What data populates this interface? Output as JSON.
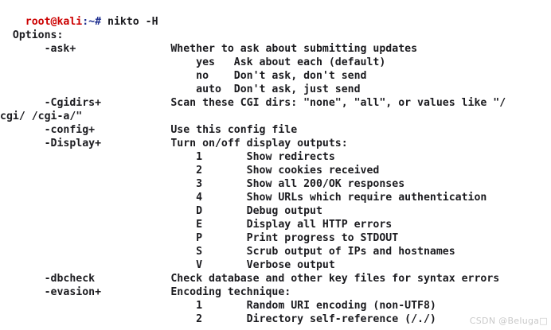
{
  "terminal": {
    "background_color": "#ffffff",
    "foreground_color": "#1b1b1f",
    "prompt": {
      "user_host": "root@kali",
      "user_host_color": "#cc0000",
      "path_symbol": ":~#",
      "path_color": "#1c2d8f",
      "command": " nikto -H"
    },
    "char_width": 9.1,
    "line_height": 17
  },
  "watermark": {
    "text": "CSDN @Beluga□",
    "color": "#c9c9c9"
  },
  "output_lines": [
    "",
    "  Options:",
    "       -ask+               Whether to ask about submitting updates",
    "                               yes   Ask about each (default)",
    "                               no    Don't ask, don't send",
    "                               auto  Don't ask, just send",
    "       -Cgidirs+           Scan these CGI dirs: \"none\", \"all\", or values like \"/",
    "cgi/ /cgi-a/\"",
    "       -config+            Use this config file",
    "       -Display+           Turn on/off display outputs:",
    "                               1       Show redirects",
    "                               2       Show cookies received",
    "                               3       Show all 200/OK responses",
    "                               4       Show URLs which require authentication",
    "                               D       Debug output",
    "                               E       Display all HTTP errors",
    "                               P       Print progress to STDOUT",
    "                               S       Scrub output of IPs and hostnames",
    "                               V       Verbose output",
    "       -dbcheck            Check database and other key files for syntax errors",
    "       -evasion+           Encoding technique:",
    "                               1       Random URI encoding (non-UTF8)",
    "                               2       Directory self-reference (/./)"
  ]
}
